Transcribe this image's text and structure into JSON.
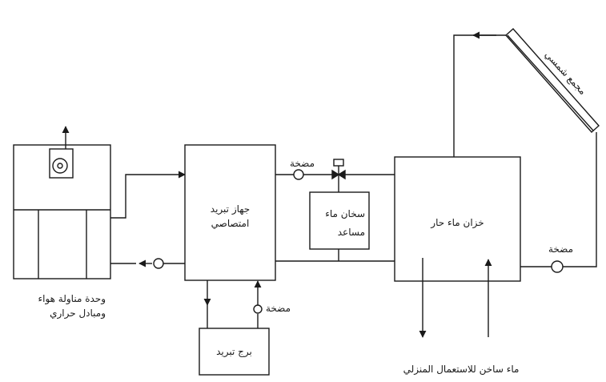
{
  "labels": {
    "air_handler_line1": "وحدة مناولة هواء",
    "air_handler_line2": "ومبادل حراري",
    "chiller_line1": "جهاز تبريد",
    "chiller_line2": "امتصاصي",
    "aux_heater_line1": "سخان ماء",
    "aux_heater_line2": "مساعد",
    "cooling_tower": "برج تبريد",
    "hot_water_tank": "خزان ماء حار",
    "solar_collector": "مجمع شمسي",
    "pump_top": "مضخة",
    "pump_right": "مضخة",
    "pump_bottom": "مضخة",
    "domestic_use": "ماء ساخن للاستعمال المنزلي"
  },
  "colors": {
    "stroke": "#1a1a1a",
    "background": "#ffffff"
  }
}
